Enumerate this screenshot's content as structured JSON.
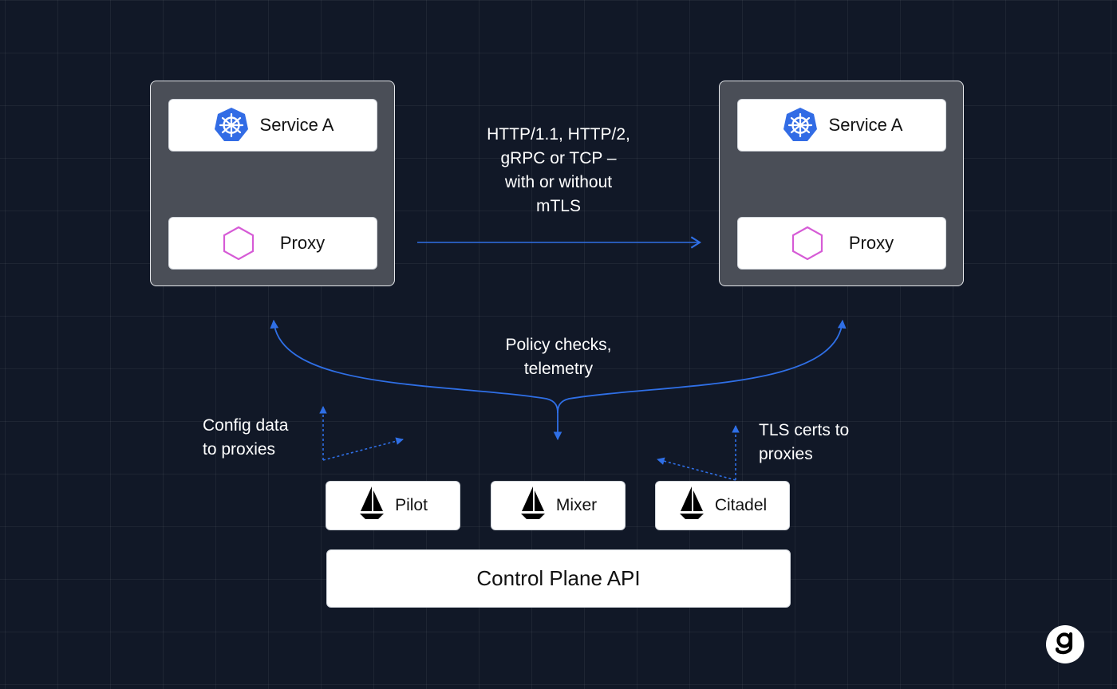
{
  "pods": {
    "left": {
      "service_label": "Service A",
      "proxy_label": "Proxy"
    },
    "right": {
      "service_label": "Service A",
      "proxy_label": "Proxy"
    }
  },
  "labels": {
    "protocol": "HTTP/1.1, HTTP/2,\ngRPC or TCP –\nwith or without\nmTLS",
    "policy": "Policy checks,\ntelemetry",
    "config": "Config data\nto proxies",
    "tls": "TLS certs to\nproxies"
  },
  "control_plane": {
    "components": [
      {
        "label": "Pilot",
        "icon": "sailboat-icon"
      },
      {
        "label": "Mixer",
        "icon": "sailboat-icon"
      },
      {
        "label": "Citadel",
        "icon": "sailboat-icon"
      }
    ],
    "api_label": "Control Plane API"
  },
  "icons": {
    "service": "kubernetes-helm-icon",
    "proxy": "hexagon-icon",
    "brand": "g-logo"
  },
  "colors": {
    "background": "#111827",
    "pod_fill": "#4a4e57",
    "arrow": "#2f6fe6",
    "kubernetes": "#326ce5",
    "proxy_hexagon": "#d65bd6"
  }
}
